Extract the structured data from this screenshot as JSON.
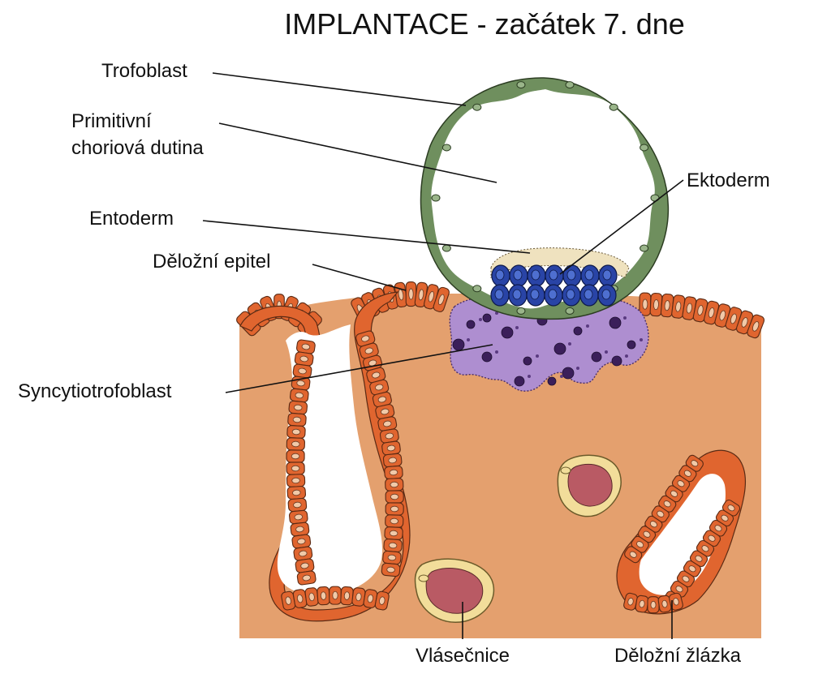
{
  "title": "IMPLANTACE - začátek 7. dne",
  "labels": {
    "trofoblast": "Trofoblast",
    "chorion_line1": "Primitivní",
    "chorion_line2": "choriová dutina",
    "entoderm": "Entoderm",
    "ektoderm": "Ektoderm",
    "epitel": "Děložní epitel",
    "syncytio": "Syncytiotrofoblast",
    "vlasecnice": "Vlásečnice",
    "zlazka": "Děložní žlázka"
  },
  "colors": {
    "stroma": "#e4a06e",
    "epithelium": "#e0652f",
    "trophoblast": "#6f8f5e",
    "syncytiotrophoblast": "#ae8ed0",
    "ectoderm": "#2944a6",
    "entoderm": "#efe2bf",
    "vessel": "#b95a64"
  }
}
